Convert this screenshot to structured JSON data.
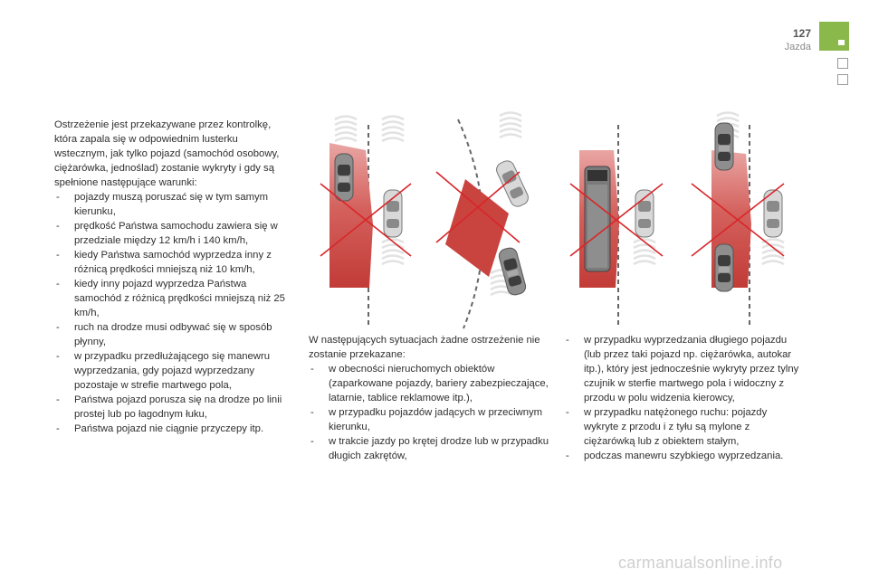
{
  "header": {
    "page_number": "127",
    "section_title": "Jazda"
  },
  "column1": {
    "intro": "Ostrzeżenie jest przekazywane przez kontrolkę, która zapala się w odpowiednim lusterku wstecznym, jak tylko pojazd (samochód osobowy, ciężarówka, jednoślad) zostanie wykryty i gdy są spełnione następujące warunki:",
    "items": [
      "pojazdy muszą poruszać się w tym samym kierunku,",
      "prędkość Państwa samochodu zawiera się w przedziale między 12 km/h i 140 km/h,",
      "kiedy Państwa samochód wyprzedza inny z różnicą prędkości mniejszą niż 10 km/h,",
      "kiedy inny pojazd wyprzedza Państwa samochód z różnicą prędkości mniejszą niż 25 km/h,",
      "ruch na drodze musi odbywać się w sposób płynny,",
      "w przypadku przedłużającego się manewru wyprzedzania, gdy pojazd wyprzedzany pozostaje w strefie martwego pola,",
      "Państwa pojazd porusza się na drodze po linii prostej lub po łagodnym łuku,",
      "Państwa pojazd nie ciągnie przyczepy itp."
    ]
  },
  "column2": {
    "intro": "W następujących sytuacjach żadne ostrzeżenie nie zostanie przekazane:",
    "items": [
      "w obecności nieruchomych obiektów (zaparkowane pojazdy, bariery zabezpieczające, latarnie, tablice reklamowe itp.),",
      "w przypadku pojazdów jadących w przeciwnym kierunku,",
      "w trakcie jazdy po krętej drodze lub w przypadku długich zakrętów,"
    ]
  },
  "column3": {
    "items": [
      "w przypadku wyprzedzania długiego pojazdu (lub przez taki pojazd np. ciężarówka, autokar itp.), który jest jednocześnie wykryty przez tylny czujnik w sterfie martwego pola i widoczny z przodu w polu widzenia kierowcy,",
      "w przypadku natężonego ruchu: pojazdy wykryte z przodu i z tyłu są mylone z ciężarówką lub z obiektem stałym,",
      "podczas manewru szybkiego wyprzedzania."
    ]
  },
  "colors": {
    "zone_red": "#c9433f",
    "cross_red": "#d8262a",
    "tab_green": "#8ab84a"
  },
  "watermark": "carmanualsonline.info"
}
